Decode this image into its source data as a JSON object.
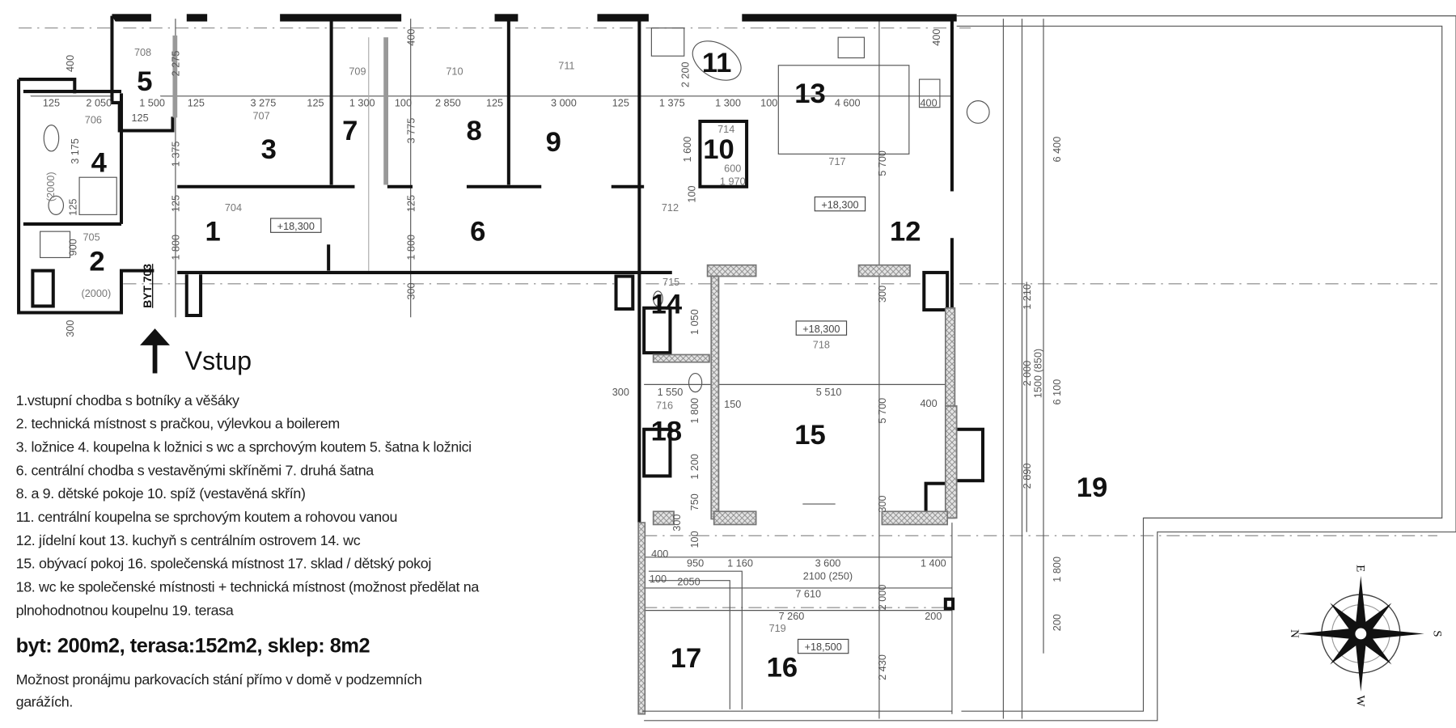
{
  "plan": {
    "rooms": [
      "1",
      "2",
      "3",
      "4",
      "5",
      "6",
      "7",
      "8",
      "9",
      "10",
      "11",
      "12",
      "13",
      "14",
      "15",
      "16",
      "17",
      "18",
      "19"
    ],
    "codes": [
      "704",
      "705",
      "706",
      "707",
      "708",
      "709",
      "710",
      "711",
      "712",
      "714",
      "715",
      "716",
      "717",
      "718",
      "719"
    ],
    "elevations": [
      "+18,300",
      "+18,300",
      "+18,300",
      "+18,500"
    ],
    "dims_h": [
      "125",
      "2 050",
      "1 500",
      "125",
      "3 275",
      "125",
      "1 300",
      "100",
      "2 850",
      "125",
      "3 000",
      "125",
      "1 375",
      "1 300",
      "100",
      "4 600",
      "400",
      "125",
      "300",
      "1 550",
      "5 510",
      "400",
      "150",
      "400",
      "950",
      "1 160",
      "3 600",
      "1 400",
      "2100 (250)",
      "100",
      "2050",
      "7 610",
      "7 260",
      "200"
    ],
    "dims_v": [
      "400",
      "2 275",
      "400",
      "3 175",
      "1 375",
      "125",
      "1 800",
      "900",
      "125",
      "300",
      "3 775",
      "125",
      "1 800",
      "300",
      "2 200",
      "1 600",
      "100",
      "400",
      "5 700",
      "300",
      "6 400",
      "1 210",
      "2 000",
      "1500 (850)",
      "6 100",
      "2 890",
      "1 800",
      "200",
      "5 700",
      "300",
      "1 800",
      "1 200",
      "750",
      "300",
      "100",
      "2 000",
      "2 430",
      "1 050"
    ],
    "door_notes": [
      "(2000)",
      "(2000)",
      "600",
      "1 970"
    ],
    "apartment_label": "BYT 703",
    "entrance_label": "Vstup",
    "entrance_icon": "arrow-up-icon"
  },
  "legend": {
    "lines": [
      "1.vstupní chodba s botníky a věšáky",
      "2. technická místnost s pračkou, výlevkou a boilerem",
      "3. ložnice 4. koupelna k ložnici s wc a sprchovým koutem 5. šatna k ložnici",
      "6. centrální chodba s vestavěnými skříněmi 7. druhá šatna",
      "8. a 9. dětské pokoje 10. spíž (vestavěná skřín)",
      "11. centrální koupelna se sprchovým koutem a rohovou vanou",
      "12. jídelní kout 13. kuchyň s centrálním ostrovem 14. wc",
      "15. obývací pokoj 16. společenská místnost 17. sklad / dětský pokoj",
      "18. wc ke společenské místnosti + technická místnost (možnost předělat na",
      "plnohodnotnou koupelnu 19. terasa"
    ],
    "summary": "byt: 200m2, terasa:152m2, sklep: 8m2",
    "note_lines": [
      "Možnost pronájmu parkovacích stání přímo v domě v podzemních",
      "garážích."
    ]
  },
  "compass": {
    "icon": "compass-rose-icon",
    "n": "N",
    "e": "E",
    "s": "S",
    "w": "W"
  }
}
